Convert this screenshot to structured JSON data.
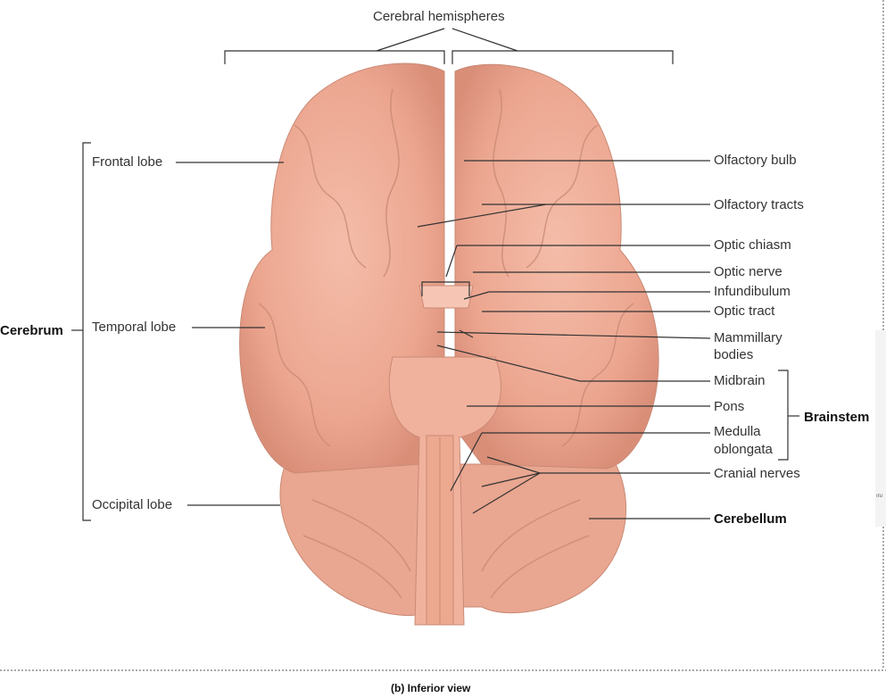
{
  "title": "Cerebral hemispheres",
  "caption": "(b) Inferior view",
  "left_group": {
    "name": "Cerebrum",
    "labels": [
      "Frontal lobe",
      "Temporal lobe",
      "Occipital lobe"
    ]
  },
  "right_labels": [
    "Olfactory bulb",
    "Olfactory tracts",
    "Optic chiasm",
    "Optic nerve",
    "Infundibulum",
    "Optic tract",
    "Mammillary",
    "bodies",
    "Midbrain",
    "Pons",
    "Medulla",
    "oblongata",
    "Cranial nerves"
  ],
  "brainstem": "Brainstem",
  "cerebellum": "Cerebellum",
  "edge_fragment": "ıru",
  "colors": {
    "tissue": "#eeaa96",
    "tissue_dark": "#c9806c",
    "line": "#333333"
  }
}
